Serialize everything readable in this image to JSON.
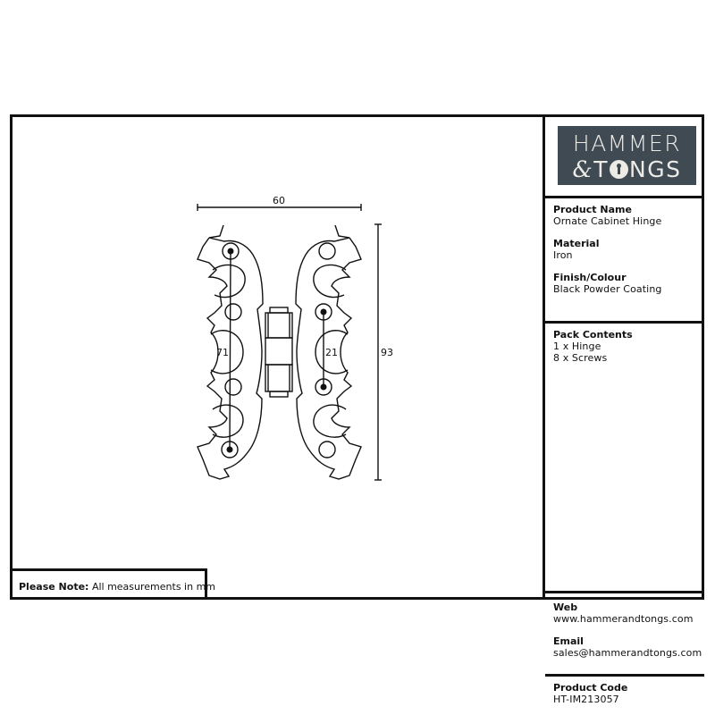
{
  "logo": {
    "line1": "HAMMER",
    "line2_ampersand": "&",
    "line2_text_a": "T",
    "line2_keyhole_icon": "keyhole-o",
    "line2_text_b": "NGS",
    "bg_color": "#3f4a53",
    "text_color": "#ecebe6"
  },
  "product": {
    "name_label": "Product Name",
    "name_value": "Ornate Cabinet Hinge",
    "material_label": "Material",
    "material_value": "Iron",
    "finish_label": "Finish/Colour",
    "finish_value": "Black Powder Coating"
  },
  "pack": {
    "label": "Pack Contents",
    "items": [
      "1 x Hinge",
      "8 x Screws"
    ]
  },
  "contact": {
    "web_label": "Web",
    "web_value": "www.hammerandtongs.com",
    "email_label": "Email",
    "email_value": "sales@hammerandtongs.com"
  },
  "code": {
    "label": "Product Code",
    "value": "HT-IM213057"
  },
  "note": {
    "label": "Please Note:",
    "text": "All measurements in mm"
  },
  "dimensions": {
    "width": "60",
    "height": "93",
    "left_hole_spacing": "71",
    "right_hole_spacing": "21"
  }
}
